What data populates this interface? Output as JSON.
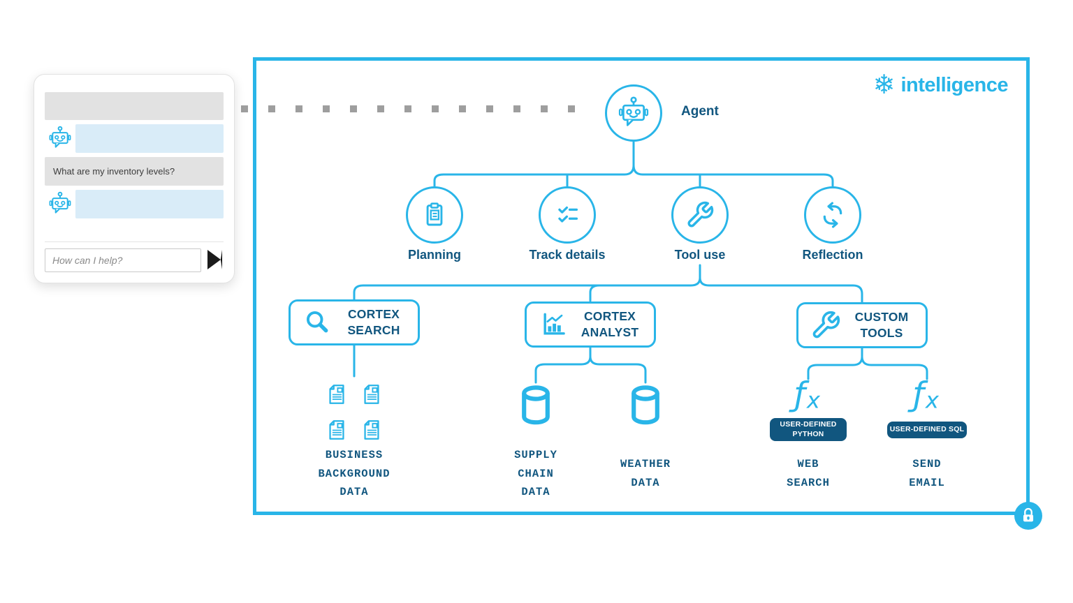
{
  "colors": {
    "accent": "#29B5E8",
    "dark_blue": "#11567F",
    "dot_gray": "#9E9E9E"
  },
  "chat": {
    "user_message": "What are my inventory levels?",
    "input_placeholder": "How can I help?"
  },
  "brand": {
    "name": "intelligence",
    "icon_glyph": "❄"
  },
  "agent": {
    "label": "Agent"
  },
  "capabilities": [
    {
      "label": "Planning",
      "icon": "clipboard-icon"
    },
    {
      "label": "Track details",
      "icon": "checklist-icon"
    },
    {
      "label": "Tool use",
      "icon": "wrench-icon"
    },
    {
      "label": "Reflection",
      "icon": "reflection-arrows-icon"
    }
  ],
  "tools": [
    {
      "label": "CORTEX SEARCH",
      "icon": "magnifier-icon"
    },
    {
      "label": "CORTEX ANALYST",
      "icon": "bar-chart-icon"
    },
    {
      "label": "CUSTOM TOOLS",
      "icon": "wrench-icon"
    }
  ],
  "resources": {
    "business_background": {
      "label": "BUSINESS BACKGROUND DATA",
      "icon": "document-icon"
    },
    "supply_chain": {
      "label": "SUPPLY CHAIN DATA",
      "icon": "database-icon"
    },
    "weather": {
      "label": "WEATHER DATA",
      "icon": "database-icon"
    },
    "web_search": {
      "label": "WEB SEARCH",
      "badge": "USER-DEFINED PYTHON",
      "icon": "function-icon"
    },
    "send_email": {
      "label": "SEND EMAIL",
      "badge": "USER-DEFINED SQL",
      "icon": "function-icon"
    }
  }
}
